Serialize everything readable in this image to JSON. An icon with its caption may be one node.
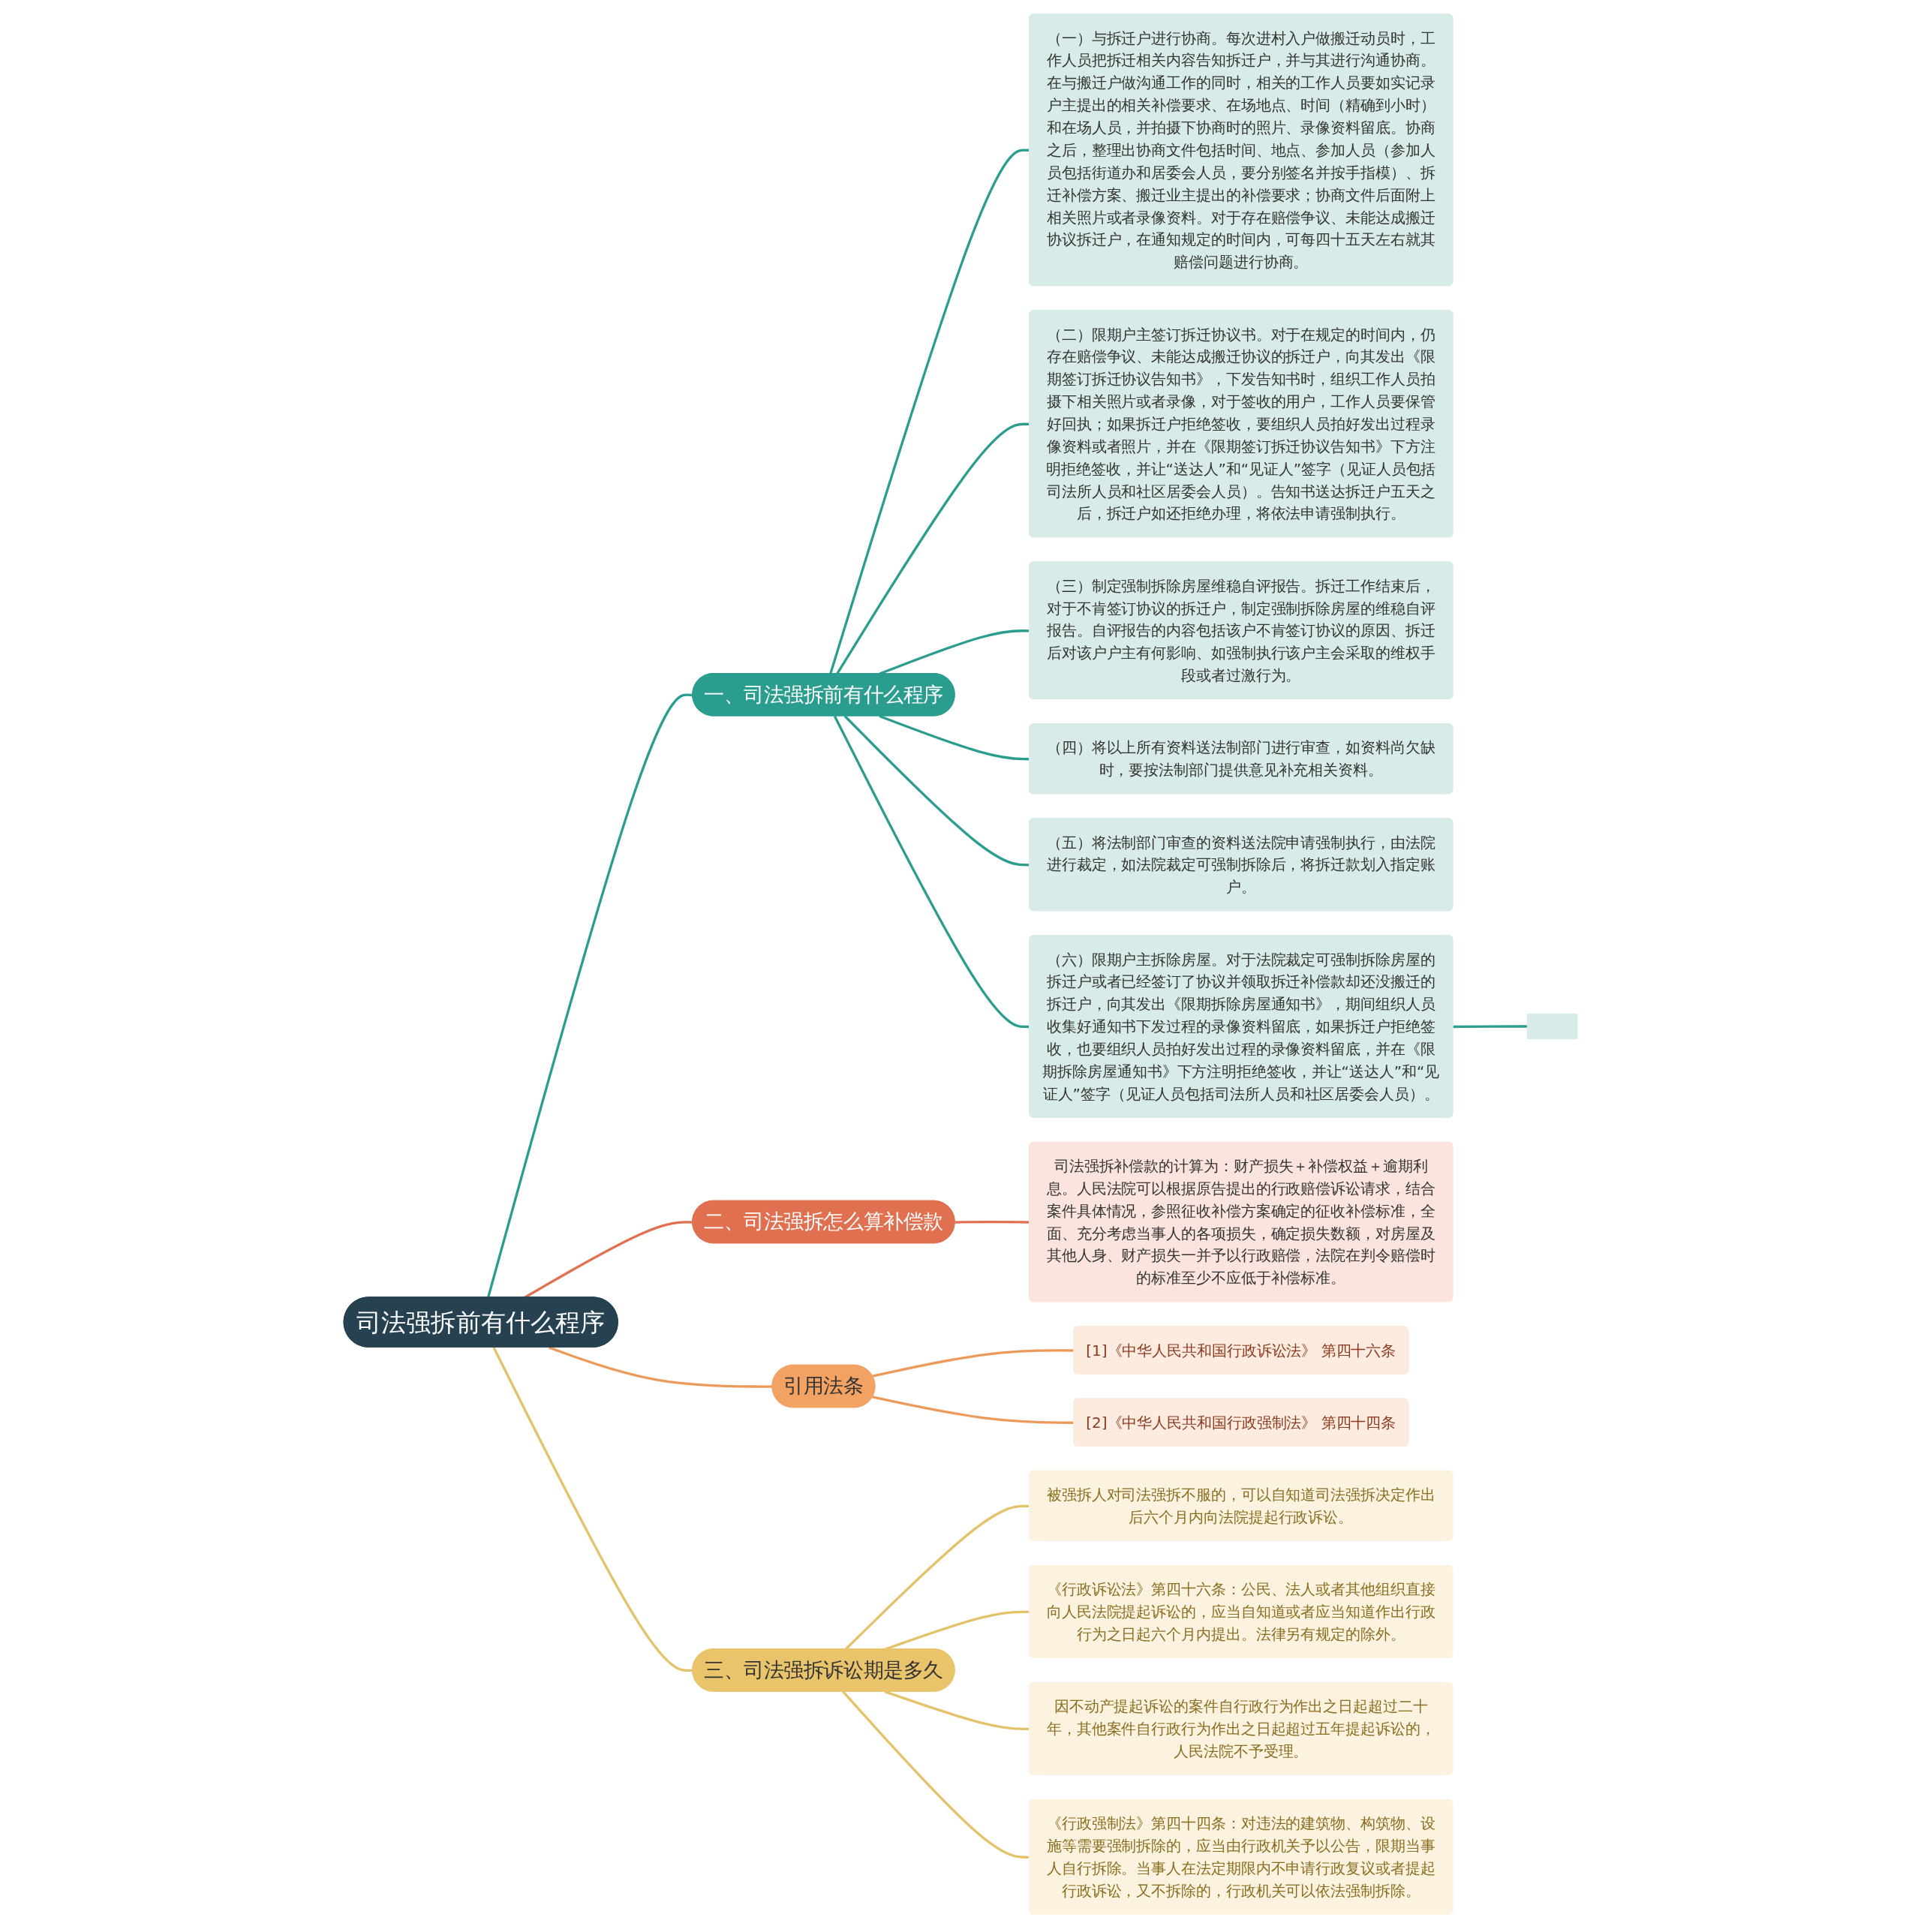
{
  "diagram": {
    "nodes": [
      {
        "text": [
          "司法强拆前有什么程序"
        ]
      },
      {
        "text": [
          "一、司法强拆前有什么程序"
        ]
      },
      {
        "text": [
          "（一）与拆迁户进行协商。每次进村入户做搬迁动员时，工作人员把拆迁相关内容告知拆迁户，并与其进行沟通协商。在与搬迁户做沟通工作的同时，相关的工作人员要如实记录户主提出的相关补偿要求、在场地点、时间（精确到小时）和在场人员，并拍摄下协商时的照片、录像资料留底。协商之后，整理出协商文件包括时间、地点、参加人员（参加人员包括街道办和居委会人员，要分别签名并按手指模）、拆迁补偿方案、搬迁业主提出的补偿要求；协商文件后面附上相关照片或者录像资料。对于存在赔偿争议、未能达成搬迁协议拆迁户，在通知规定的时间内，可每四十五天左右就其赔偿问题进行协商。"
        ]
      },
      {
        "text": [
          "（二）限期户主签订拆迁协议书。对于在规定的时间内，仍存在赔偿争议、未能达成搬迁协议的拆迁户，向其发出《限期签订拆迁协议告知书》，下发告知书时，组织工作人员拍摄下相关照片或者录像，对于签收的用户，工作人员要保管好回执；如果拆迁户拒绝签收，要组织人员拍好发出过程录像资料或者照片，并在《限期签订拆迁协议告知书》下方注明拒绝签收，并让“送达人”和“见证人”签字（见证人员包括司法所人员和社区居委会人员）。告知书送达拆迁户五天之后，拆迁户如还拒绝办理，将依法申请强制执行。"
        ]
      },
      {
        "text": [
          "（三）制定强制拆除房屋维稳自评报告。拆迁工作结束后，对于不肯签订协议的拆迁户，制定强制拆除房屋的维稳自评报告。自评报告的内容包括该户不肯签订协议的原因、拆迁后对该户户主有何影响、如强制执行该户主会采取的维权手段或者过激行为。"
        ]
      },
      {
        "text": [
          "（四）将以上所有资料送法制部门进行审查，如资料尚欠缺时，要按法制部门提供意见补充相关资料。"
        ]
      },
      {
        "text": [
          "（五）将法制部门审查的资料送法院申请强制执行，由法院进行裁定，如法院裁定可强制拆除后，将拆迁款划入指定账户。"
        ]
      },
      {
        "text": [
          "（六）限期户主拆除房屋。对于法院裁定可强制拆除房屋的拆迁户或者已经签订了协议并领取拆迁补偿款却还没搬迁的拆迁户，向其发出《限期拆除房屋通知书》，期间组织人员收集好通知书下发过程的录像资料留底，如果拆迁户拒绝签收，也要组织人员拍好发出过程的录像资料留底，并在《限期拆除房屋通知书》下方注明拒绝签收，并让“送达人”和“见证人”签字（见证人员包括司法所人员和社区居委会人员）。"
        ]
      },
      {
        "text": [],
        "shape": "box"
      },
      {
        "text": [
          "二、司法强拆怎么算补偿款"
        ]
      },
      {
        "text": [
          "司法强拆补偿款的计算为：财产损失＋补偿权益＋逾期利息。人民法院可以根据原告提出的行政赔偿诉讼请求，结合案件具体情况，参照征收补偿方案确定的征收补偿标准，全面、充分考虑当事人的各项损失，确定损失数额，对房屋及其他人身、财产损失一并予以行政赔偿，法院在判令赔偿时的标准至少不应低于补偿标准。"
        ]
      },
      {
        "text": [
          "引用法条"
        ]
      },
      {
        "text": [
          "[1]《中华人民共和国行政诉讼法》 第四十六条"
        ]
      },
      {
        "text": [
          "[2]《中华人民共和国行政强制法》 第四十四条"
        ]
      },
      {
        "text": [
          "三、司法强拆诉讼期是多久"
        ]
      },
      {
        "text": [
          "被强拆人对司法强拆不服的，可以自知道司法强拆决定作出后六个月内向法院提起行政诉讼。"
        ]
      },
      {
        "text": [
          "《行政诉讼法》第四十六条：公民、法人或者其他组织直接向人民法院提起诉讼的，应当自知道或者应当知道作出行政行为之日起六个月内提出。法律另有规定的除外。"
        ]
      },
      {
        "text": [
          "因不动产提起诉讼的案件自行政行为作出之日起超过二十年，其他案件自行政行为作出之日起超过五年提起诉讼的，人民法院不予受理。"
        ]
      },
      {
        "text": [
          "《行政强制法》第四十四条：对违法的建筑物、构筑物、设施等需要强制拆除的，应当由行政机关予以公告，限期当事人自行拆除。当事人在法定期限内不申请行政复议或者提起行政诉讼，又不拆除的，行政机关可以依法强制拆除。"
        ]
      }
    ],
    "edges": [
      {
        "from": 0,
        "to": 1,
        "arrow": "none"
      },
      {
        "from": 1,
        "to": 2,
        "arrow": "none"
      },
      {
        "from": 1,
        "to": 3,
        "arrow": "none"
      },
      {
        "from": 1,
        "to": 4,
        "arrow": "none"
      },
      {
        "from": 1,
        "to": 5,
        "arrow": "none"
      },
      {
        "from": 1,
        "to": 6,
        "arrow": "none"
      },
      {
        "from": 1,
        "to": 7,
        "arrow": "none"
      },
      {
        "from": 7,
        "to": 8,
        "arrow": "none"
      },
      {
        "from": 0,
        "to": 9,
        "arrow": "none",
        "color": "#e07050"
      },
      {
        "from": 9,
        "to": 10,
        "arrow": "none",
        "color": "#e07050"
      },
      {
        "from": 0,
        "to": 11,
        "arrow": "none",
        "color": "#eb9a5a"
      },
      {
        "from": 11,
        "to": 12,
        "arrow": "none",
        "color": "#eb9a5a"
      },
      {
        "from": 11,
        "to": 13,
        "arrow": "none",
        "color": "#eb9a5a"
      },
      {
        "from": 0,
        "to": 14,
        "arrow": "none",
        "color": "#e3c26a"
      },
      {
        "from": 14,
        "to": 15,
        "arrow": "none",
        "color": "#e3c26a"
      },
      {
        "from": 14,
        "to": 16,
        "arrow": "none",
        "color": "#e3c26a"
      },
      {
        "from": 14,
        "to": 17,
        "arrow": "none",
        "color": "#e3c26a"
      },
      {
        "from": 14,
        "to": 18,
        "arrow": "none",
        "color": "#e3c26a"
      }
    ]
  }
}
